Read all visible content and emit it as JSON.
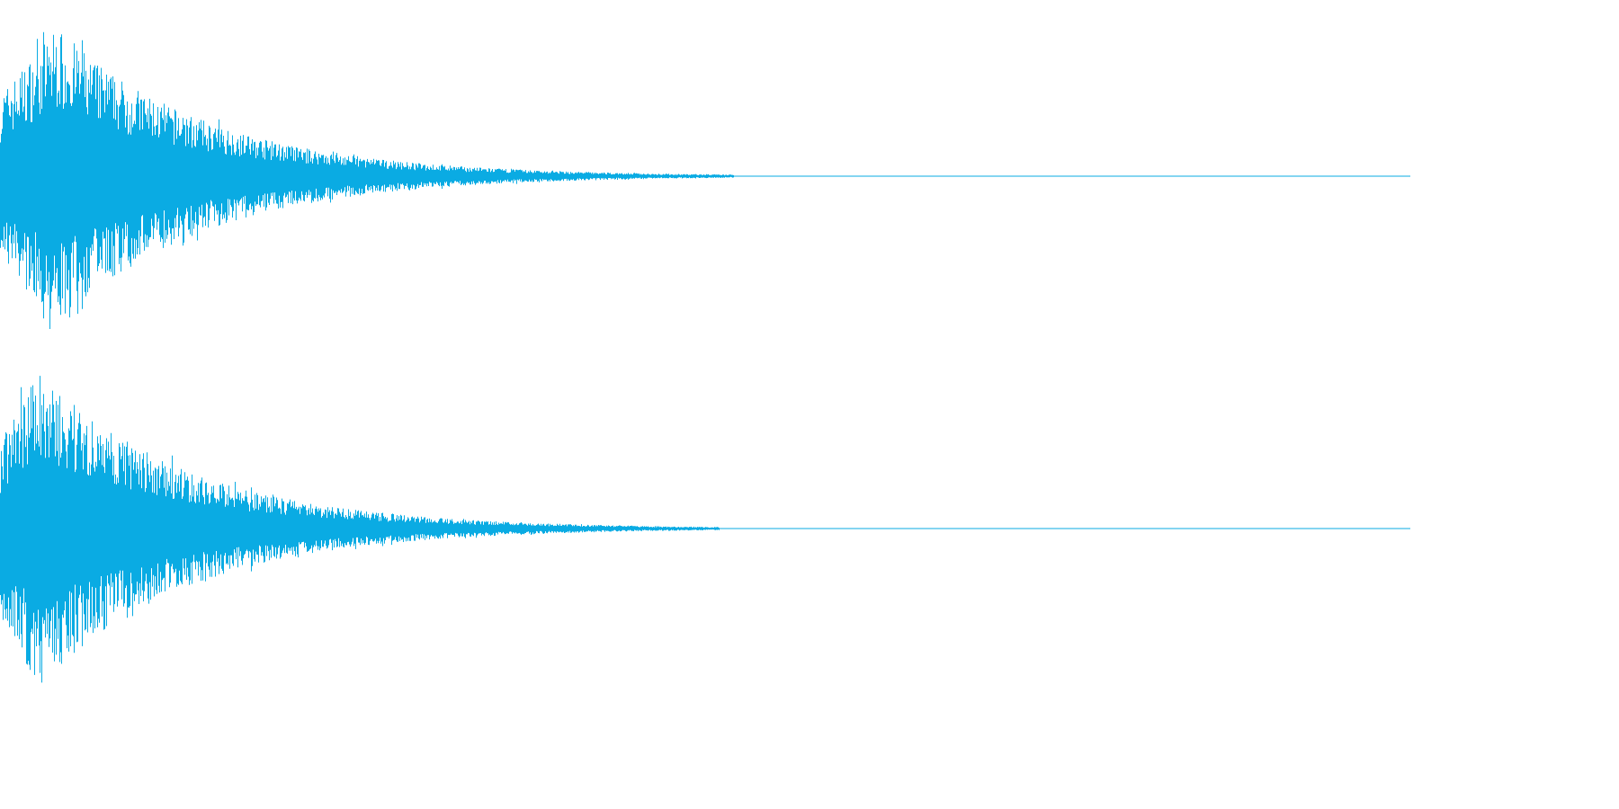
{
  "waveform": {
    "color": "#0aabe3",
    "background": "#ffffff",
    "channels": [
      {
        "id": "left",
        "peak": 0.98,
        "attack_peak_fraction": 0.04,
        "active_until_fraction": 0.52
      },
      {
        "id": "right",
        "peak": 1.0,
        "attack_peak_fraction": 0.027,
        "active_until_fraction": 0.51
      }
    ]
  }
}
